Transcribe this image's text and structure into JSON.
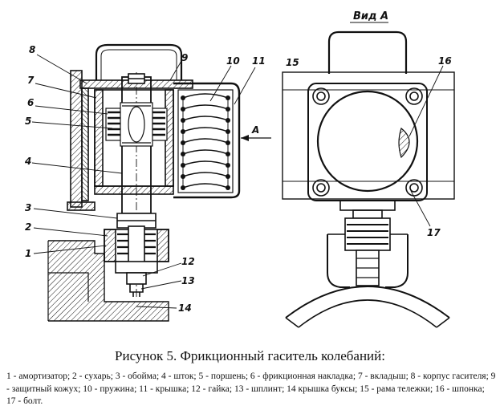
{
  "figure": {
    "view_label": "Вид А",
    "arrow_label": "А",
    "callouts": [
      "1",
      "2",
      "3",
      "4",
      "5",
      "6",
      "7",
      "8",
      "9",
      "10",
      "11",
      "12",
      "13",
      "14",
      "15",
      "16",
      "17"
    ]
  },
  "caption": {
    "title": "Рисунок 5. Фрикционный гаситель колебаний:",
    "legend": "1 - амортизатор; 2 - сухарь; 3 - обойма; 4 - шток; 5 - поршень; 6 - фрикционная накладка; 7 - вкладыш; 8 - корпус гасителя; 9 - защитный кожух; 10 - пружина; 11 - крышка; 12 - гайка; 13 - шплинт; 14 крышка буксы; 15 - рама тележки; 16 - шпонка; 17 - болт."
  }
}
